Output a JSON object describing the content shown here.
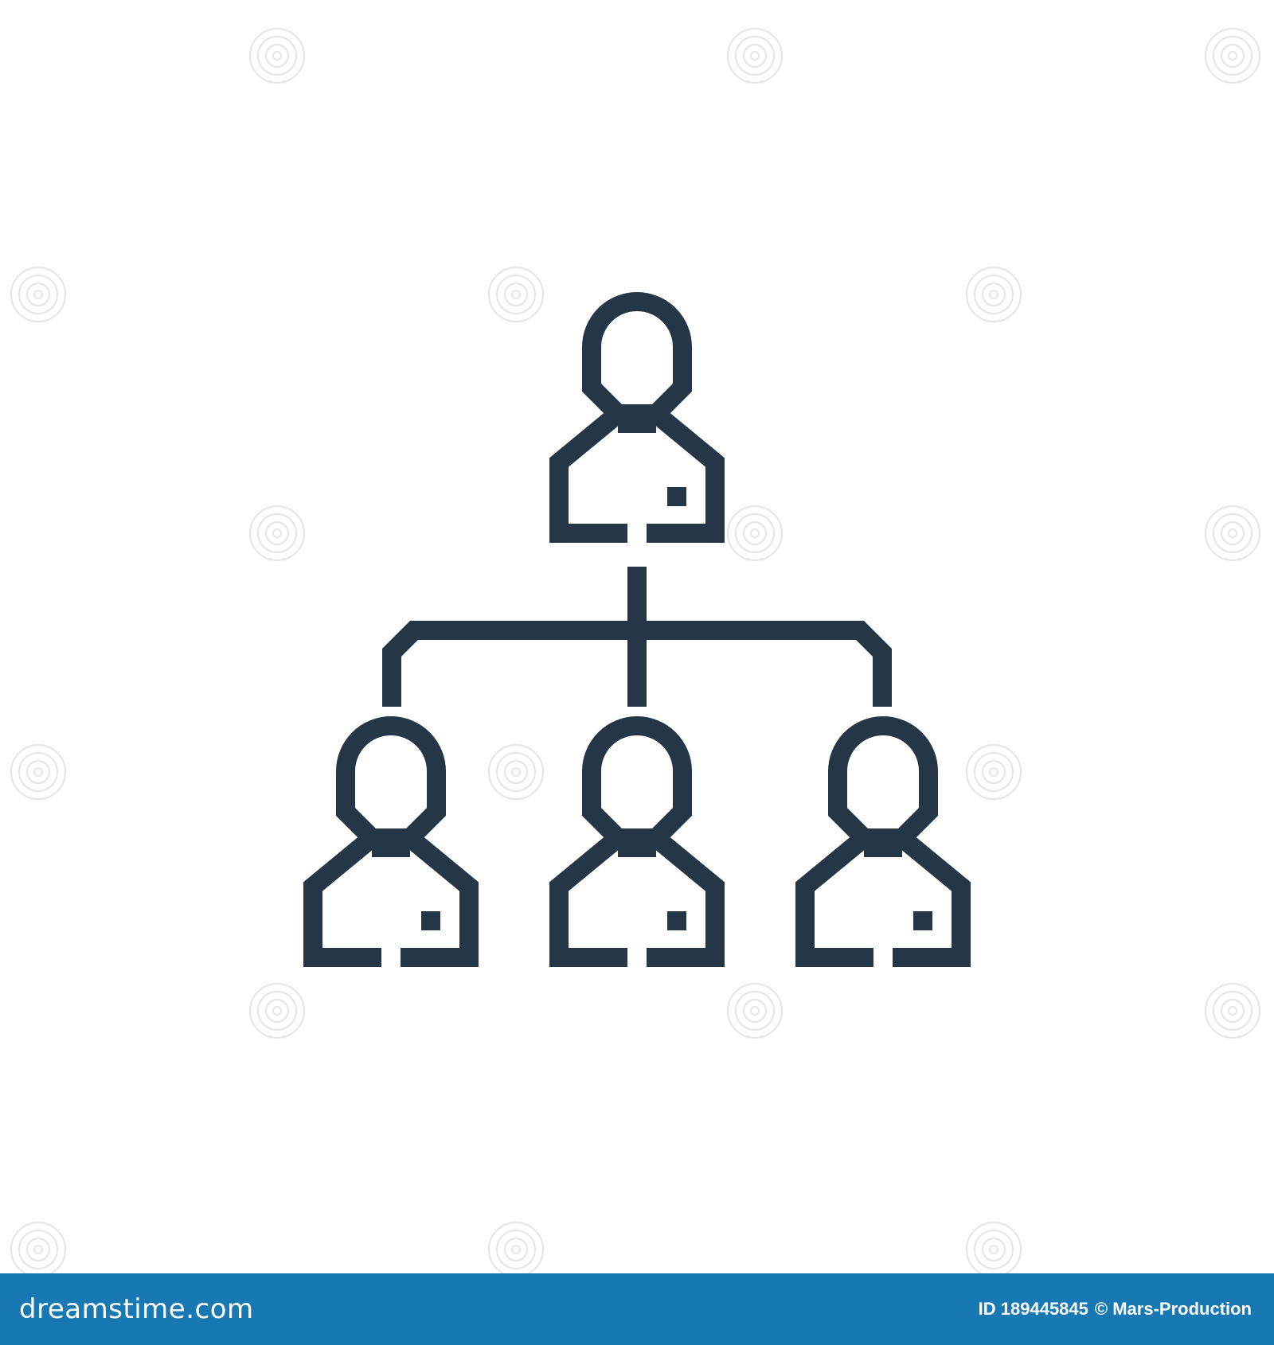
{
  "colors": {
    "icon_stroke": "#253746",
    "footer_bg": "#1778b3",
    "footer_text": "#ffffff",
    "watermark": "#e4e4e4",
    "background": "#ffffff"
  },
  "icon": {
    "name": "hierarchy-icon",
    "nodes": [
      "person-top",
      "person-bottom-left",
      "person-bottom-center",
      "person-bottom-right"
    ]
  },
  "footer": {
    "brand_name": "dreamstime.com",
    "image_id": "ID 189445845",
    "author": "© Mars-Production"
  }
}
